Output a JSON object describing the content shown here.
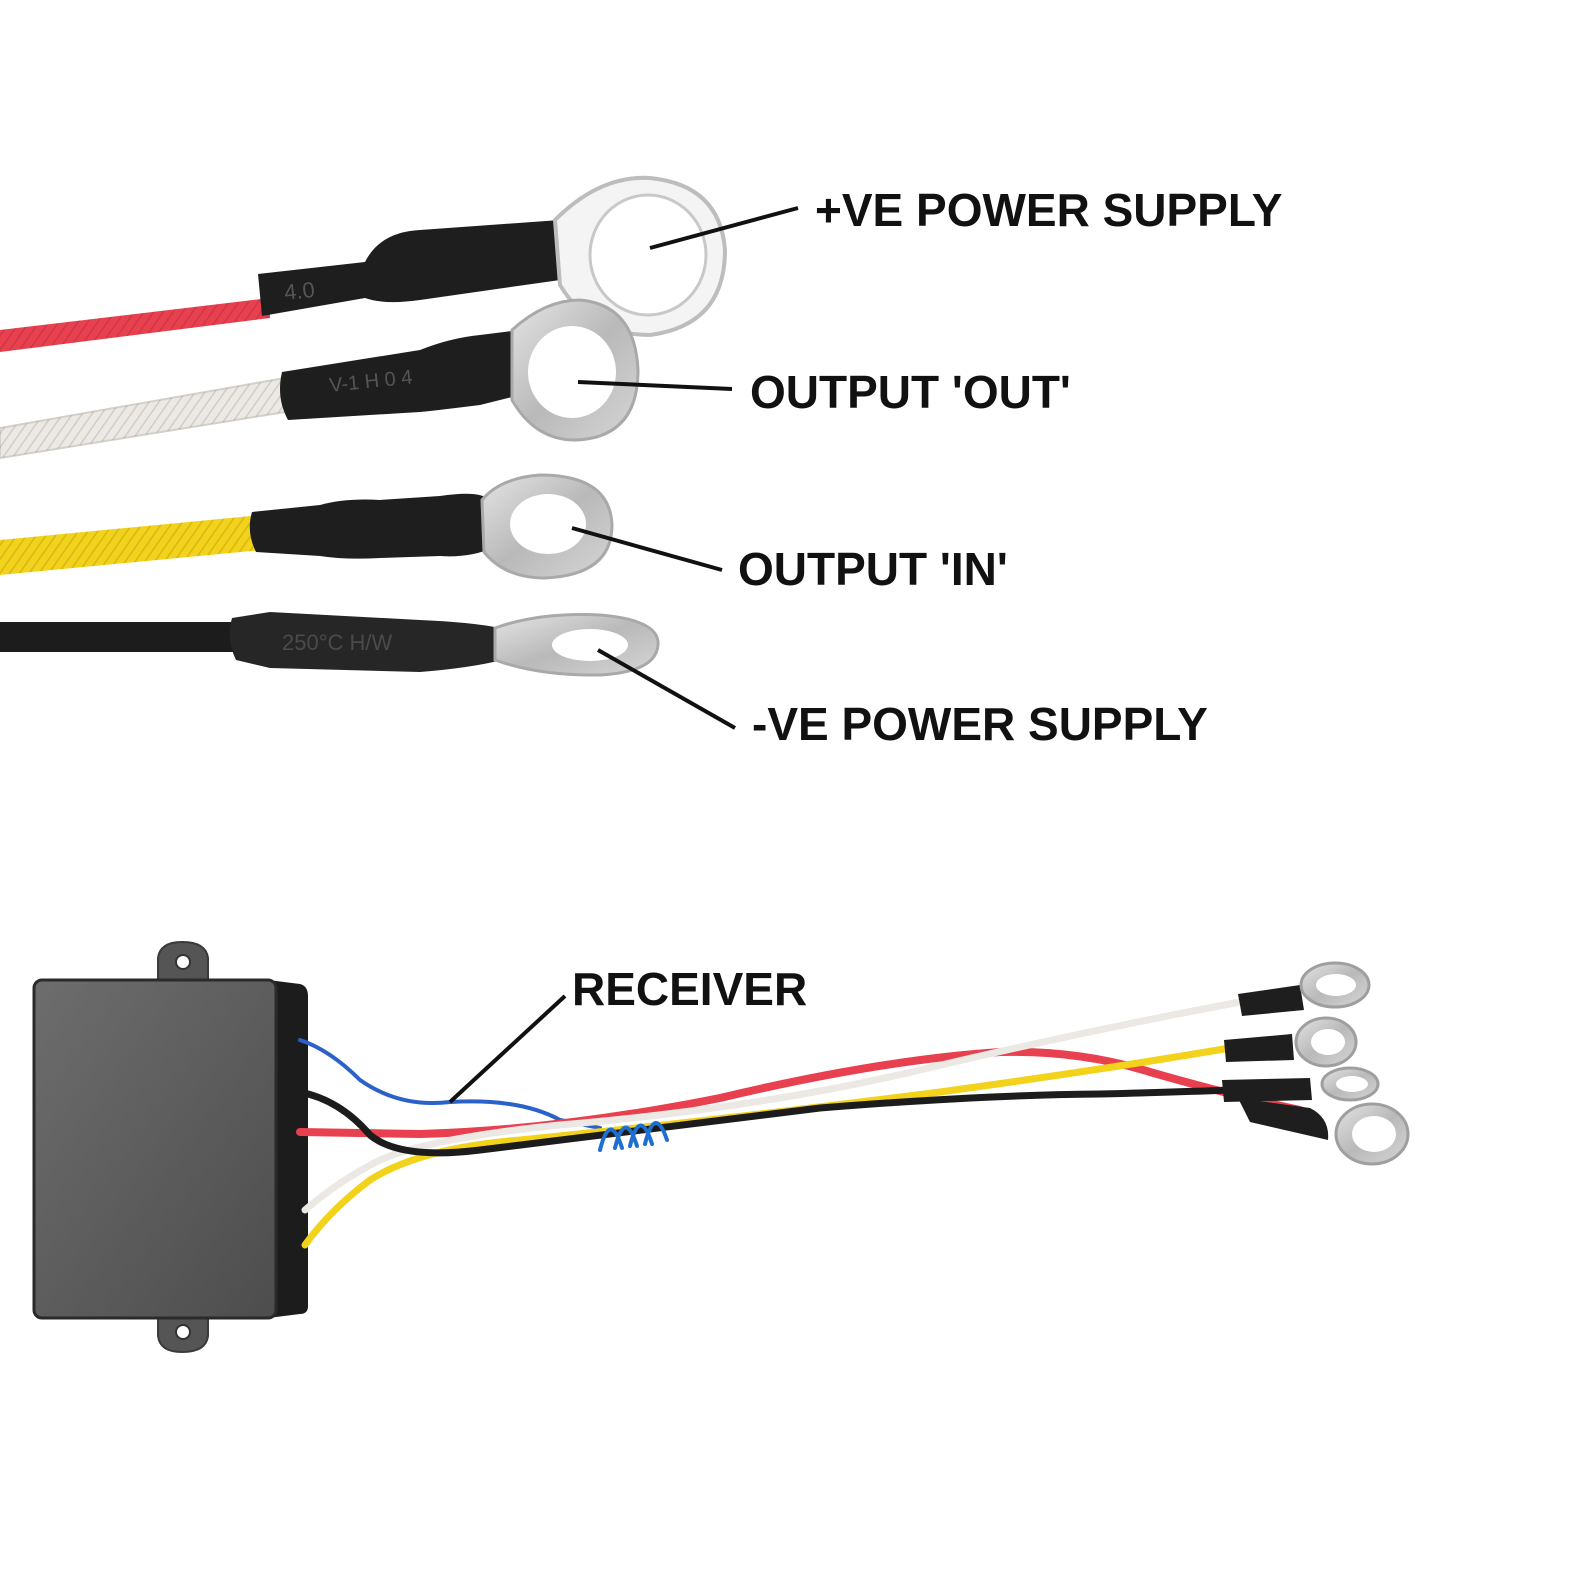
{
  "labels": {
    "positive_supply": "+VE POWER SUPPLY",
    "output_out": "OUTPUT 'OUT'",
    "output_in": "OUTPUT 'IN'",
    "negative_supply": "-VE POWER SUPPLY",
    "receiver": "RECEIVER"
  },
  "terminal_markings": {
    "red_sleeve": "4.0",
    "white_sleeve": "V-1 H 0 4",
    "black_sleeve": "250°C H/W"
  },
  "colors": {
    "red_wire": "#e8404f",
    "white_wire": "#ece9e4",
    "yellow_wire": "#f2d21a",
    "black_wire": "#1c1c1c",
    "blue_wire": "#2a62c9",
    "sleeve": "#1e1e1e",
    "lug_metal": "#c9c9c9",
    "receiver_body": "#5e5e5e",
    "label_text": "#111111"
  },
  "icons": {
    "ring_terminal": "ring-terminal-icon",
    "receiver_box": "receiver-box-icon"
  }
}
